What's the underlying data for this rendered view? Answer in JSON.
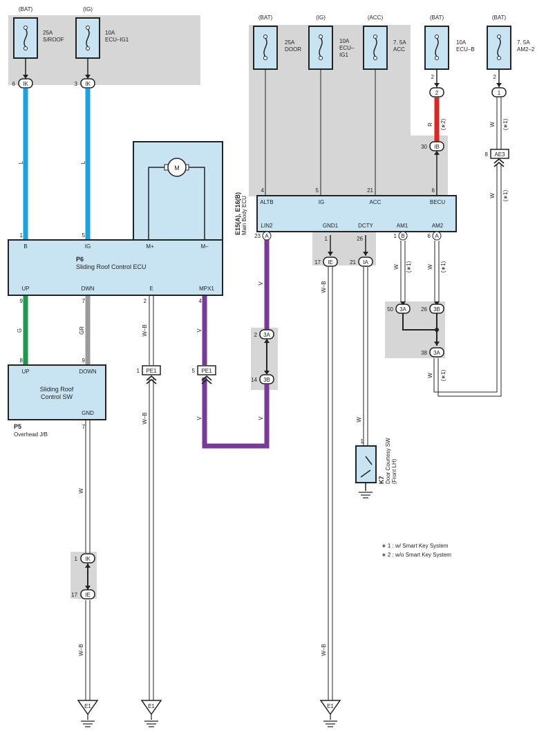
{
  "fuses": [
    {
      "source": "(BAT)",
      "rating": "25A",
      "name": "S/ROOF"
    },
    {
      "source": "(IG)",
      "rating": "10A",
      "name": "ECU–IG1"
    },
    {
      "source": "(BAT)",
      "rating": "25A",
      "name": "DOOR"
    },
    {
      "source": "(IG)",
      "rating": "10A",
      "name_lines": [
        "ECU–",
        "IG1"
      ]
    },
    {
      "source": "(ACC)",
      "rating": "7. 5A",
      "name": "ACC"
    },
    {
      "source": "(BAT)",
      "rating": "10A",
      "name": "ECU–B"
    },
    {
      "source": "(BAT)",
      "rating": "7. 5A",
      "name": "AM2–2"
    }
  ],
  "connectors": {
    "ik": "IK",
    "ie": "IE",
    "ia": "IA",
    "ib": "IB",
    "c2": "2",
    "c1": "1",
    "ae3": "AE3",
    "pe1": "PE1",
    "c3a": "3A",
    "c3b": "3B",
    "a": "A",
    "b": "B",
    "e1": "E1"
  },
  "pins": {
    "p6": "6",
    "p3": "3",
    "p1": "1",
    "p5": "5",
    "p9": "9",
    "p7": "7",
    "p2": "2",
    "p4": "4",
    "p8": "8",
    "p21": "21",
    "p23": "23",
    "p26": "26",
    "p17": "17",
    "p30": "30",
    "p14": "14",
    "p50": "50",
    "p38": "38"
  },
  "wire_colors": {
    "L": "L",
    "G": "G",
    "GR": "GR",
    "WB": "W–B",
    "V": "V",
    "W": "W",
    "R": "R"
  },
  "notes": {
    "n1": "(∗1)",
    "n2": "(∗2)"
  },
  "p6_ecu": {
    "code": "P6",
    "name": "Sliding Roof Control ECU",
    "motor": "M",
    "terminals": {
      "b": "B",
      "ig": "IG",
      "mplus": "M+",
      "mminus": "M–",
      "up": "UP",
      "dwn": "DWN",
      "e": "E",
      "mpx1": "MPX1"
    }
  },
  "p5_sw": {
    "name_lines": [
      "Sliding Roof",
      "Control SW"
    ],
    "terminals": {
      "up": "UP",
      "down": "DOWN",
      "gnd": "GND"
    },
    "code": "P5",
    "location": "Overhead J/B"
  },
  "body_ecu": {
    "code": "E15(A), E16(B)",
    "name": "Main Body ECU",
    "terminals": {
      "altb": "ALTB",
      "ig": "IG",
      "acc": "ACC",
      "becu": "BECU",
      "lin2": "LIN2",
      "gnd1": "GND1",
      "dcty": "DCTY",
      "am1": "AM1",
      "am2": "AM2"
    }
  },
  "k7": {
    "code": "K7",
    "name_lines": [
      "Door Courtesy SW",
      "(Front LH)"
    ]
  },
  "legend": [
    "∗ 1 : w/ Smart Key System",
    "∗ 2 : w/o Smart Key System"
  ],
  "colors": {
    "blue": "#1aa3e0",
    "green": "#1a9a4a",
    "gray_wire": "#9a9a9a",
    "purple": "#7a3a9a",
    "red": "#e02424",
    "box_fill": "#c8e3f2",
    "panel": "#d6d6d6"
  }
}
